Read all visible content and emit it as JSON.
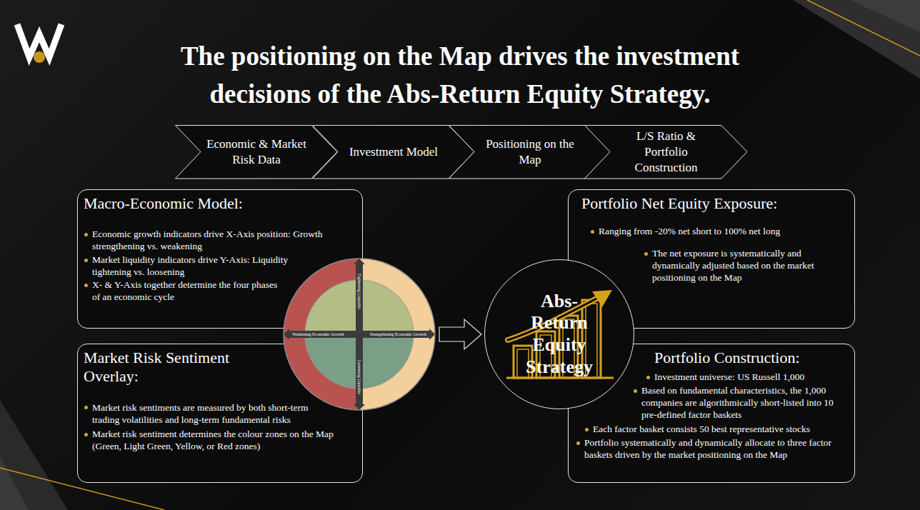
{
  "diagram": {
    "title": "The positioning on the Map drives the investment decisions of the Abs-Return Equity Strategy.",
    "nodes": [
      {
        "text": [
          "Economic & Market Risk Data"
        ]
      },
      {
        "text": [
          "Investment Model"
        ]
      },
      {
        "text": [
          "Positioning on the Map"
        ]
      },
      {
        "text": [
          "L/S Ratio & Portfolio Construction"
        ]
      },
      {
        "text": [
          "Macro-Economic Model:",
          "Economic growth indicators drive X-Axis position: Growth strengthening vs. weakening",
          "Market liquidity indicators drive Y-Axis: Liquidity tightening vs. loosening",
          "X- & Y-Axis together determine the four phases of an economic cycle"
        ]
      },
      {
        "text": [
          "Market Risk Sentiment Overlay:",
          "Market risk sentiments are measured by both short-term trading volatilities and long-term fundamental risks",
          "Market risk sentiment determines the colour zones on the Map (Green, Light Green, Yellow, or Red zones)"
        ]
      },
      {
        "text": [
          "Tightening Liquidity",
          "Weakening Economic Growth",
          "Strengthening Economic Growth",
          "Loosening Liquidity"
        ]
      },
      {
        "text": [
          "Abs-Return Equity Strategy"
        ]
      },
      {
        "text": [
          "Portfolio Net Equity Exposure:",
          "Ranging from -20% net short to 100% net long",
          "The net exposure is systematically and dynamically adjusted based on the market positioning on the Map"
        ]
      },
      {
        "text": [
          "Portfolio Construction:",
          "Investment universe: US Russell 1,000",
          "Based on fundamental characteristics, the 1,000 companies are algorithmically short-listed into 10 pre-defined factor baskets",
          "Each factor basket consists 50 best representative stocks",
          "Portfolio systematically and dynamically allocate to three factor baskets driven by the market positioning on the Map"
        ]
      }
    ],
    "edges": [
      {
        "from": 6,
        "to": 7,
        "arrow": "to"
      }
    ]
  }
}
